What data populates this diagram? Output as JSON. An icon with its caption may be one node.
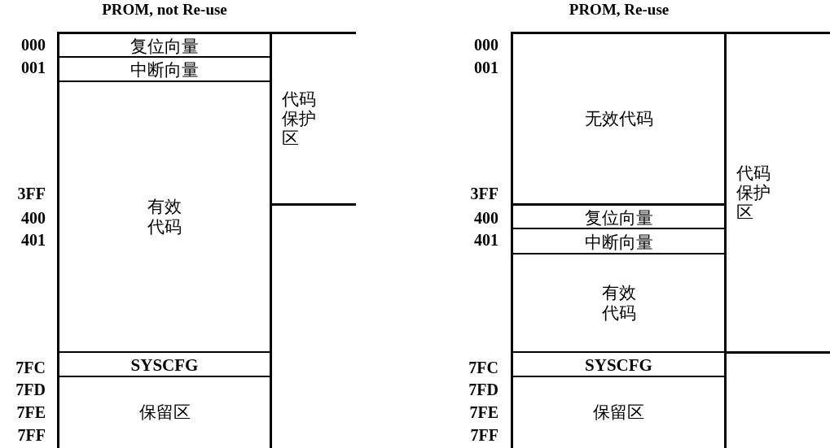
{
  "diagram": {
    "nodes": [
      {
        "text": [
          "复位向量"
        ]
      },
      {
        "text": [
          "中断向量"
        ]
      },
      {
        "text": [
          "有效代码"
        ]
      },
      {
        "text": [
          "代码保护区"
        ]
      },
      {
        "text": [
          "SYSCFG"
        ]
      },
      {
        "text": [
          "保留区"
        ]
      },
      {
        "text": [],
        "shape": "box"
      },
      {
        "text": [
          "无效代码"
        ]
      },
      {
        "text": [
          "代码保护区"
        ]
      },
      {
        "text": [
          "复位向量"
        ]
      },
      {
        "text": [
          "中断向量"
        ]
      },
      {
        "text": [
          "有效代码"
        ]
      },
      {
        "text": [
          "SYSCFG"
        ]
      },
      {
        "text": [
          "保留区"
        ]
      },
      {
        "text": [],
        "shape": "box"
      }
    ],
    "labels": [
      "PROM, not Re-use",
      "PROM, Re-use",
      "000",
      "001",
      "3FF",
      "400",
      "401",
      "7FC",
      "7FD",
      "7FE",
      "7FF",
      "000",
      "001",
      "3FF",
      "400",
      "401",
      "7FC",
      "7FD",
      "7FE",
      "7FF"
    ]
  }
}
